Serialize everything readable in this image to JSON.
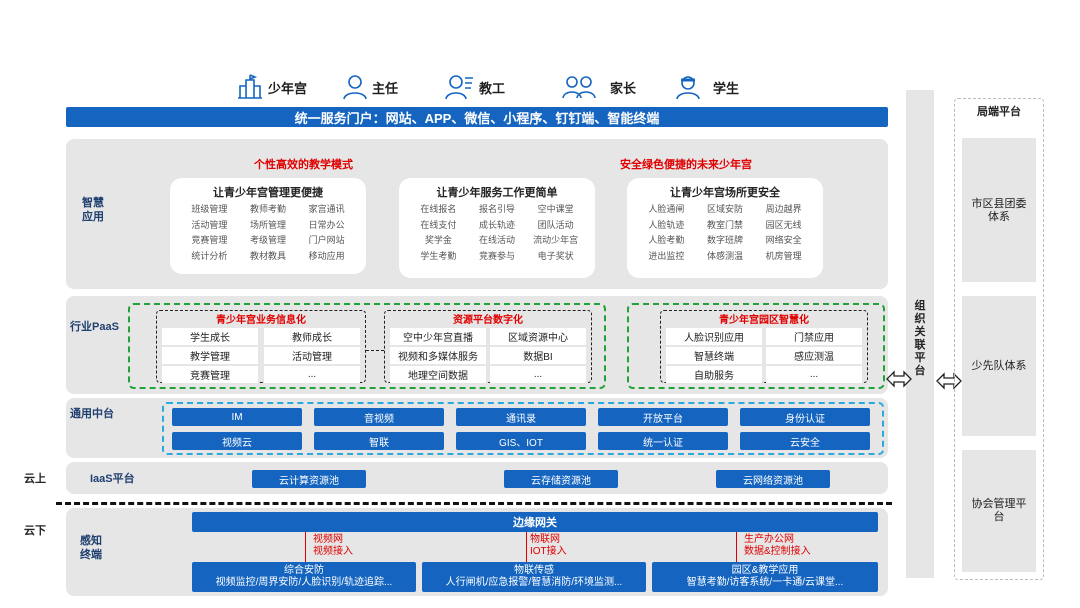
{
  "roles": [
    {
      "icon": "building-icon",
      "label": "少年宫"
    },
    {
      "icon": "user-icon",
      "label": "主任"
    },
    {
      "icon": "teacher-icon",
      "label": "教工"
    },
    {
      "icon": "parents-icon",
      "label": "家长"
    },
    {
      "icon": "student-icon",
      "label": "学生"
    }
  ],
  "portal": "统一服务门户：网站、APP、微信、小程序、钉钉端、智能终端",
  "smart_app": {
    "label": "智慧\n应用",
    "red_left": "个性高效的教学模式",
    "red_right": "安全绿色便捷的未来少年宫",
    "cards": [
      {
        "title": "让青少年宫管理更便捷",
        "items": [
          "班级管理",
          "教师考勤",
          "家宫通讯",
          "活动管理",
          "场所管理",
          "日常办公",
          "竞赛管理",
          "考级管理",
          "门户网站",
          "统计分析",
          "教材教具",
          "移动应用"
        ]
      },
      {
        "title": "让青少年服务工作更简单",
        "items": [
          "在线报名",
          "报名引导",
          "空中课堂",
          "在线支付",
          "成长轨迹",
          "团队活动",
          "奖学金",
          "在线活动",
          "流动少年宫",
          "学生考勤",
          "竞赛参与",
          "电子奖状"
        ]
      },
      {
        "title": "让青少年宫场所更安全",
        "items": [
          "人脸通闸",
          "区域安防",
          "周边越界",
          "人脸轨迹",
          "教室门禁",
          "园区无线",
          "人脸考勤",
          "数字班牌",
          "网络安全",
          "进出监控",
          "体感测温",
          "机房管理"
        ]
      }
    ]
  },
  "paas": {
    "label": "行业PaaS",
    "groups": [
      {
        "title": "青少年宫业务信息化",
        "items": [
          "学生成长",
          "教师成长",
          "教学管理",
          "活动管理",
          "竞赛管理",
          "..."
        ]
      },
      {
        "title": "资源平台数字化",
        "items": [
          "空中少年宫直播",
          "区域资源中心",
          "视频和多媒体服务",
          "数据BI",
          "地理空间数据",
          "..."
        ]
      },
      {
        "title": "青少年宫园区智慧化",
        "items": [
          "人脸识别应用",
          "门禁应用",
          "智慧终端",
          "感应测温",
          "自助服务",
          "..."
        ]
      }
    ]
  },
  "middle": {
    "label": "通用中台",
    "row1": [
      "IM",
      "音视频",
      "通讯录",
      "开放平台",
      "身份认证"
    ],
    "row2": [
      "视频云",
      "智联",
      "GIS、IOT",
      "统一认证",
      "云安全"
    ]
  },
  "iaas": {
    "label": "IaaS平台",
    "items": [
      "云计算资源池",
      "云存储资源池",
      "云网络资源池"
    ]
  },
  "cloud_up": "云上",
  "cloud_down": "云下",
  "perception": {
    "label": "感知\n终端",
    "gateway": "边缘网关",
    "links": [
      {
        "l1": "视频网",
        "l2": "视频接入"
      },
      {
        "l1": "物联网",
        "l2": "IOT接入"
      },
      {
        "l1": "生产办公网",
        "l2": "数据&控制接入"
      }
    ],
    "boxes": [
      {
        "l1": "综合安防",
        "l2": "视频监控/周界安防/人脸识别/轨迹追踪..."
      },
      {
        "l1": "物联传感",
        "l2": "人行闸机/应急报警/智慧消防/环境监测..."
      },
      {
        "l1": "园区&教学应用",
        "l2": "智慧考勤/访客系统/一卡通/云课堂..."
      }
    ]
  },
  "org_platform": "组织关联平台",
  "local_platform": {
    "title": "局端平台",
    "items": [
      "市区县团委\n体系",
      "少先队体系",
      "协会管理平\n台"
    ]
  },
  "colors": {
    "blue": "#1565c0",
    "red": "#e00000",
    "green": "#22a33a",
    "cyan": "#2aa8e0",
    "band": "#e6e6e6"
  }
}
